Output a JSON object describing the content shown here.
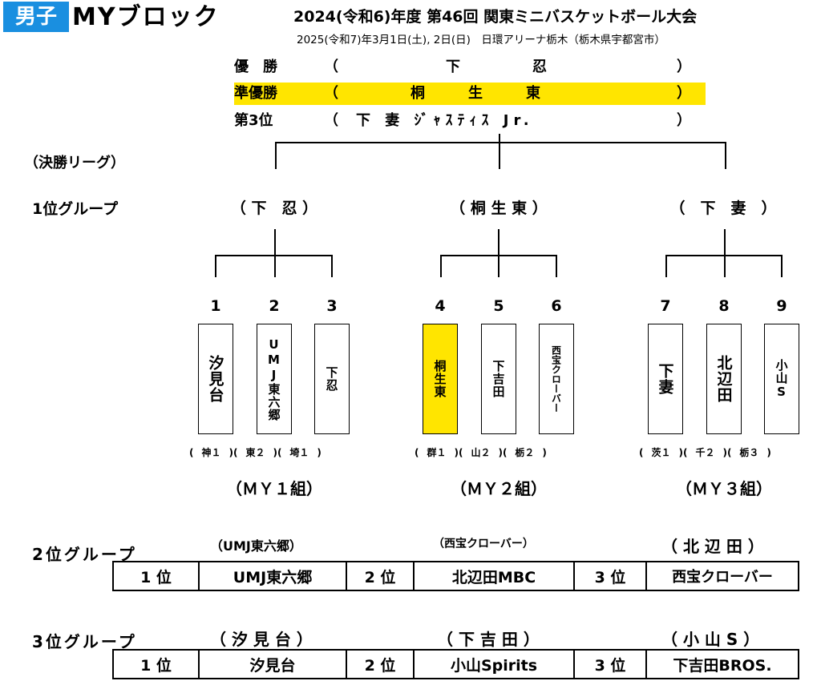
{
  "header": {
    "gender": "男子",
    "block": "MYブロック",
    "title": "2024(令和6)年度 第46回 関東ミニバスケットボール大会",
    "subtitle": "2025(令和7)年3月1日(土), 2日(日)　日環アリーナ栃木（栃木県宇都宮市）"
  },
  "results": [
    {
      "label": "優　勝",
      "open": "（",
      "team": "下　　　　　忍",
      "close": "）"
    },
    {
      "label": "準優勝",
      "open": "（",
      "team": "桐　　　生　　　東",
      "close": "）"
    },
    {
      "label": "第3位",
      "open": "（",
      "team": "下 妻 ｼﾞｬｽﾃｨｽ Jr.",
      "close": "）"
    }
  ],
  "final_league_label": "（決勝リーグ）",
  "first_group": {
    "label": "1位グループ",
    "winners": [
      "（ 下　忍 ）",
      "（ 桐 生 東 ）",
      "（　下　妻　）"
    ]
  },
  "teams": [
    {
      "num": "1",
      "name": "汐見台",
      "pref": "神１"
    },
    {
      "num": "2",
      "name": "UMJ東六郷",
      "pref": "東２"
    },
    {
      "num": "3",
      "name": "下忍",
      "pref": "埼１"
    },
    {
      "num": "4",
      "name": "桐生東",
      "pref": "群１"
    },
    {
      "num": "5",
      "name": "下吉田",
      "pref": "山２"
    },
    {
      "num": "6",
      "name": "西宝クローバー",
      "pref": "栃２"
    },
    {
      "num": "7",
      "name": "下妻",
      "pref": "茨１"
    },
    {
      "num": "8",
      "name": "北辺田",
      "pref": "千２"
    },
    {
      "num": "9",
      "name": "小山S",
      "pref": "栃３"
    }
  ],
  "classes": [
    "（ＭＹ１組）",
    "（ＭＹ２組）",
    "（ＭＹ３組）"
  ],
  "second_group": {
    "label": "2位グループ",
    "tops": [
      "（UMJ東六郷）",
      "（西宝クローバー）",
      "（ 北 辺 田 ）"
    ],
    "ranks": [
      {
        "rank": "1 位",
        "team": "UMJ東六郷"
      },
      {
        "rank": "2 位",
        "team": "北辺田MBC"
      },
      {
        "rank": "3 位",
        "team": "西宝クローバー"
      }
    ]
  },
  "third_group": {
    "label": "3位グループ",
    "tops": [
      "（ 汐 見 台 ）",
      "（ 下 吉 田 ）",
      "（ 小 山 S ）"
    ],
    "ranks": [
      {
        "rank": "1 位",
        "team": "汐見台"
      },
      {
        "rank": "2 位",
        "team": "小山Spirits"
      },
      {
        "rank": "3 位",
        "team": "下吉田BROS."
      }
    ]
  },
  "colors": {
    "badge": "#1a8fe0",
    "highlight": "#ffe500"
  }
}
